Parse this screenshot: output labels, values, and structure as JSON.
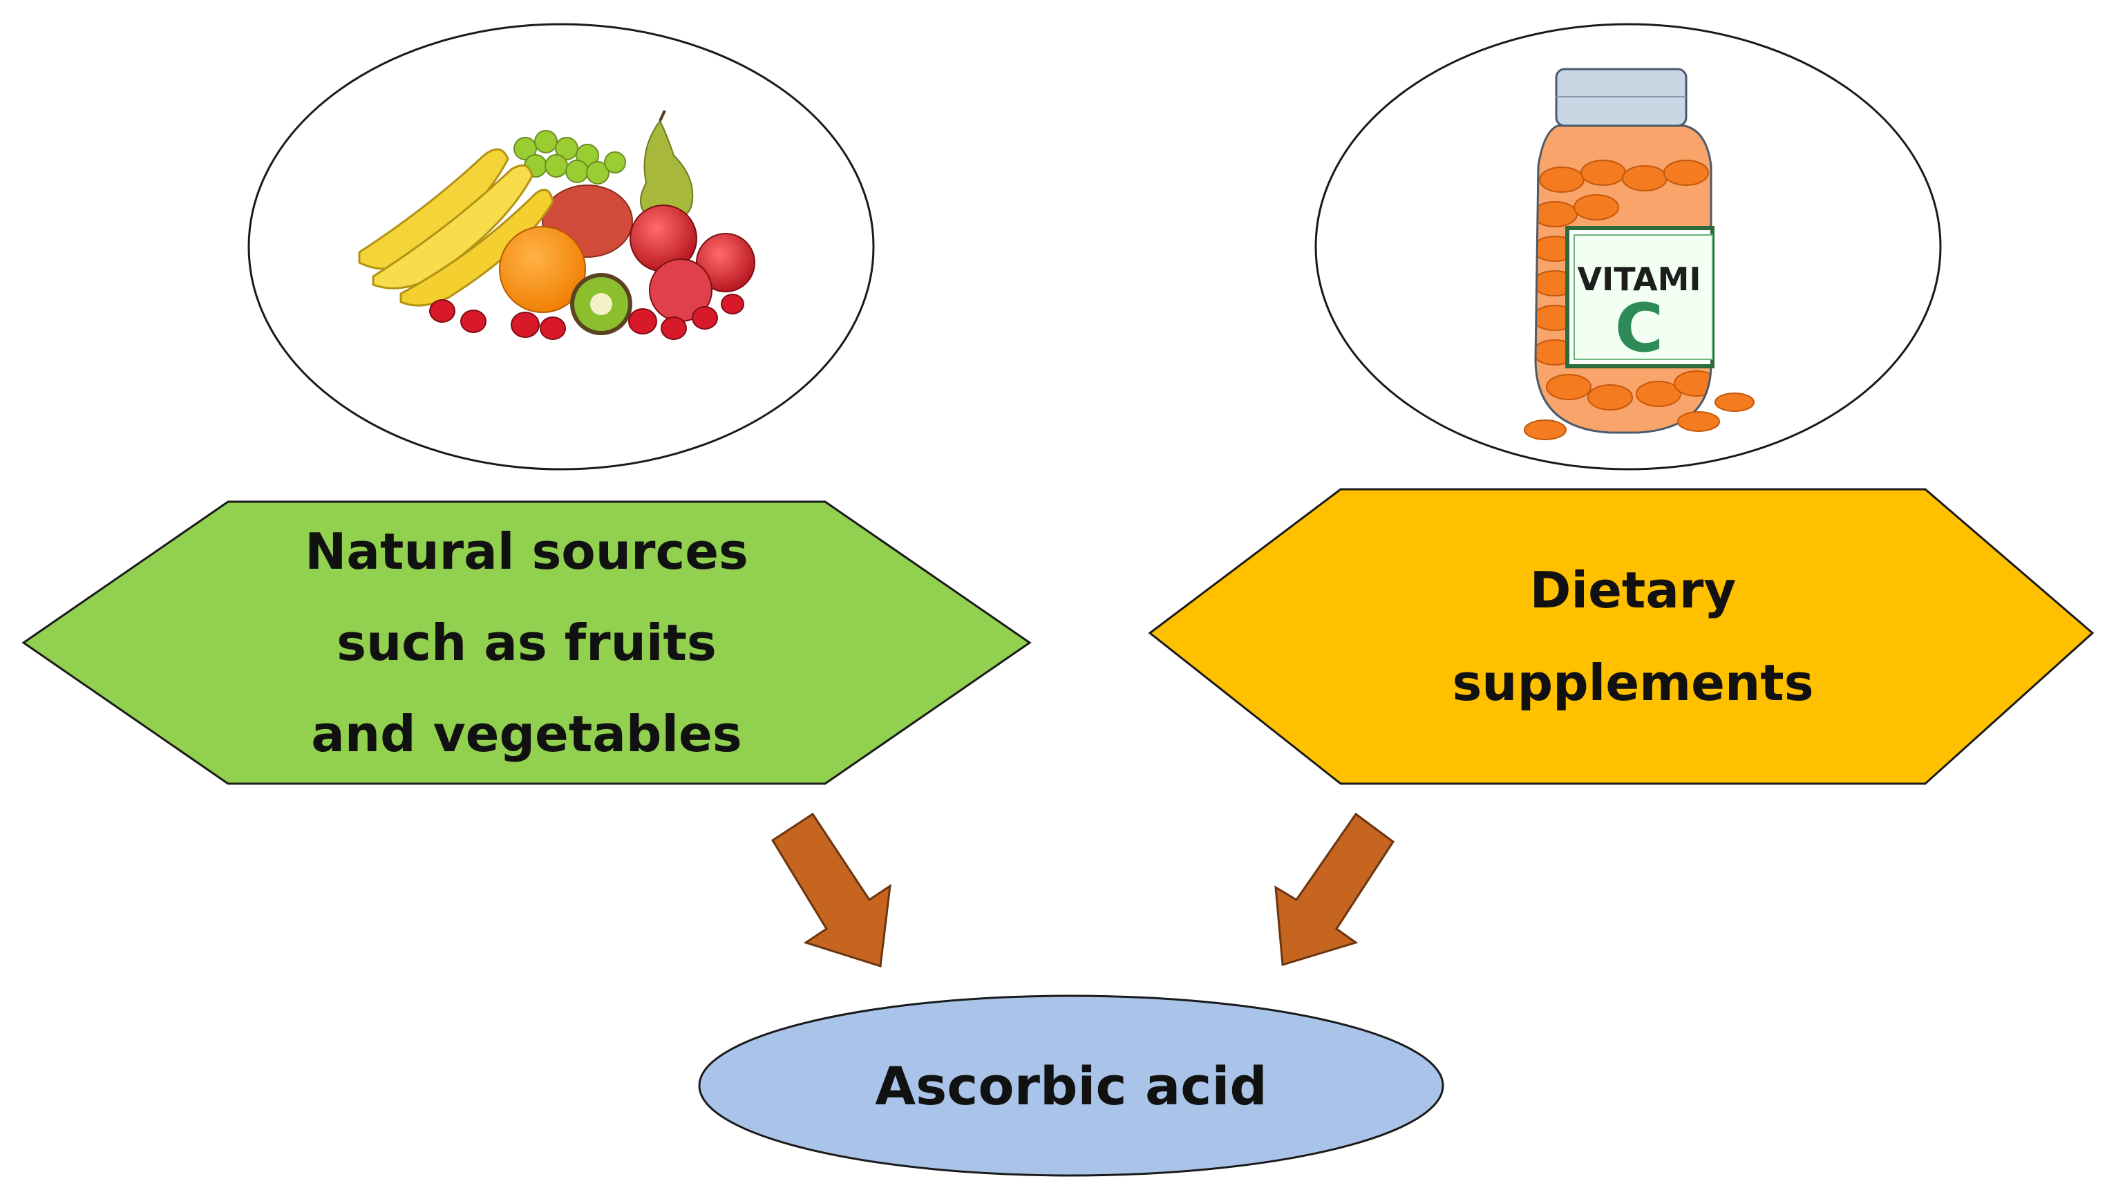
{
  "colors": {
    "natural_fill": "#92d050",
    "supplement_fill": "#ffc000",
    "result_fill": "#a9c4e8",
    "arrow_fill": "#c5651f",
    "outline": "#1a1a1a"
  },
  "nodes": {
    "natural": {
      "lines": [
        "Natural sources",
        "such as fruits",
        "and vegetables"
      ],
      "icon": "fruit-basket-illustration"
    },
    "supplements": {
      "lines": [
        "Dietary",
        "supplements"
      ],
      "icon": "vitamin-c-bottle-illustration",
      "bottle_label_top": "VITAMI",
      "bottle_label_letter": "C"
    },
    "result": {
      "label": "Ascorbic acid"
    }
  },
  "edges": [
    {
      "from": "natural",
      "to": "result"
    },
    {
      "from": "supplements",
      "to": "result"
    }
  ]
}
